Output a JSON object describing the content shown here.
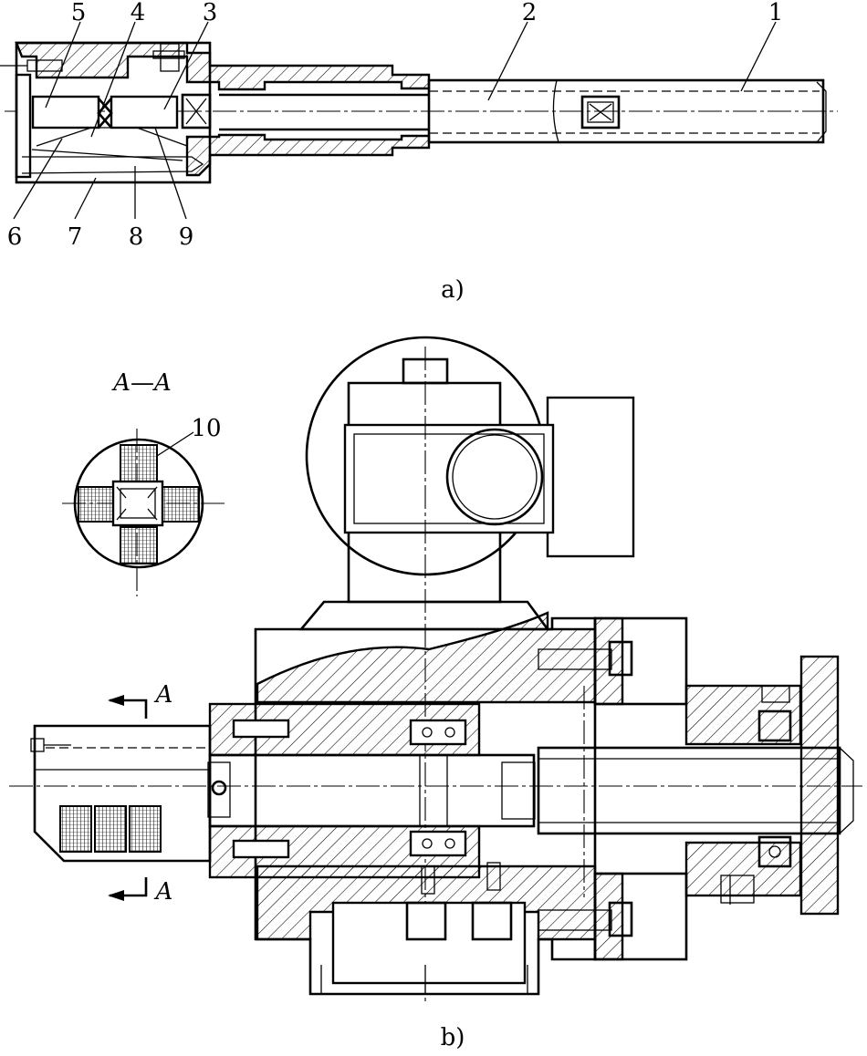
{
  "figure_a": {
    "part_numbers": [
      "1",
      "2",
      "3",
      "4",
      "5",
      "6",
      "7",
      "8",
      "9"
    ],
    "caption": "a)"
  },
  "figure_b": {
    "section_title": "A—A",
    "section_label": "A",
    "part_number_10": "10",
    "caption": "b)"
  }
}
